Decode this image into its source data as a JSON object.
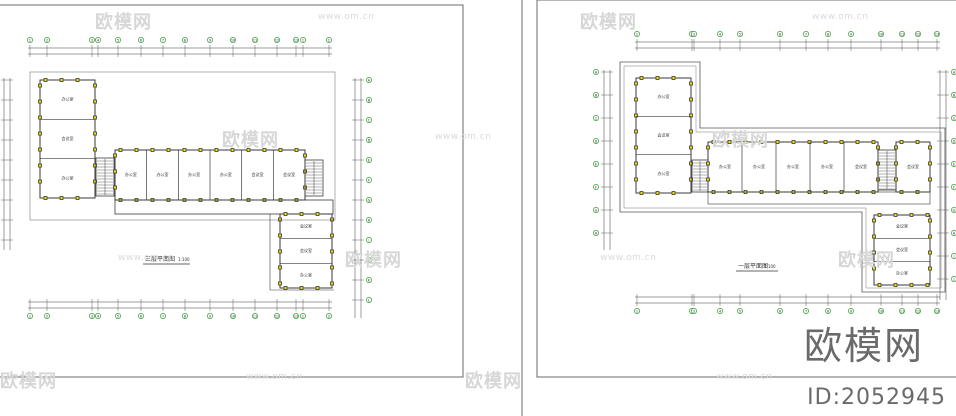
{
  "drawing_left": {
    "title": "三层平面图",
    "scale": "1:100",
    "axis_numbers": [
      "1",
      "2",
      "3",
      "4",
      "5",
      "6",
      "7",
      "8",
      "9",
      "10",
      "11",
      "12",
      "13"
    ],
    "room_labels": [
      "办公室",
      "会议室",
      "办公室",
      "办公室",
      "办公室",
      "办公室",
      "办公室",
      "会议室",
      "会议室",
      "办公室"
    ]
  },
  "drawing_right": {
    "title": "一层平面图",
    "scale": "1:100",
    "axis_numbers": [
      "1",
      "2",
      "3",
      "4",
      "5",
      "6",
      "7",
      "8",
      "9",
      "10",
      "11",
      "12",
      "13"
    ],
    "room_labels": [
      "办公室",
      "会议室",
      "办公室",
      "办公室",
      "办公室",
      "办公室",
      "办公室",
      "会议室",
      "会议室",
      "办公室"
    ]
  },
  "watermark": {
    "brand": "欧模网",
    "url": "www.om.cn"
  },
  "overlay": {
    "brand": "欧模网",
    "id_text": "ID:2052945"
  },
  "colors": {
    "line": "#3a3a3a",
    "accent_yellow": "#f2e600",
    "axis_green": "#2a9d2a",
    "watermark": "#d8d8d8"
  }
}
